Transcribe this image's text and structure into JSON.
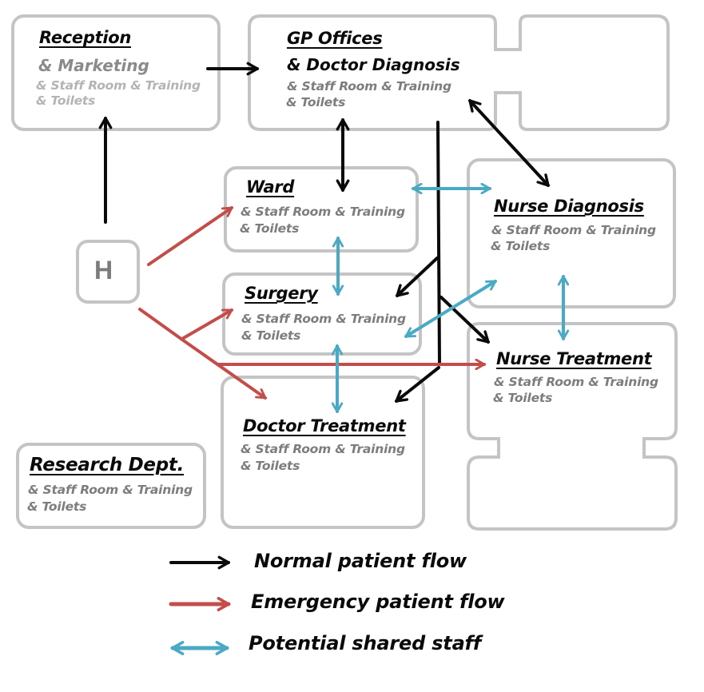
{
  "diagram": {
    "colors": {
      "room_border": "#c4c4c6",
      "normal_flow": "#0a0a0a",
      "emergency_flow": "#c44d4b",
      "shared_staff": "#4aaac4"
    },
    "hospital_icon": {
      "label": "H"
    },
    "rooms": {
      "reception": {
        "title": "Reception",
        "line1": "& Marketing",
        "line2": "& Staff Room & Training",
        "line3": "& Toilets"
      },
      "gp_offices": {
        "title": "GP Offices",
        "line1": "& Doctor Diagnosis",
        "line2": "& Staff Room & Training",
        "line3": "& Toilets"
      },
      "ward": {
        "title": "Ward",
        "line2": "& Staff Room & Training",
        "line3": "& Toilets"
      },
      "nurse_diagnosis": {
        "title": "Nurse Diagnosis",
        "line2": "& Staff Room & Training",
        "line3": "& Toilets"
      },
      "surgery": {
        "title": "Surgery",
        "line2": "& Staff Room & Training",
        "line3": "& Toilets"
      },
      "nurse_treatment": {
        "title": "Nurse Treatment",
        "line2": "& Staff Room & Training",
        "line3": "& Toilets"
      },
      "doctor_treatment": {
        "title": "Doctor Treatment",
        "line2": "& Staff Room & Training",
        "line3": "& Toilets"
      },
      "research": {
        "title": "Research Dept.",
        "line2": "& Staff Room & Training",
        "line3": "& Toilets"
      }
    },
    "legend": [
      {
        "type": "normal",
        "label": "Normal patient flow"
      },
      {
        "type": "emergency",
        "label": "Emergency patient flow"
      },
      {
        "type": "shared",
        "label": "Potential shared staff"
      }
    ]
  }
}
